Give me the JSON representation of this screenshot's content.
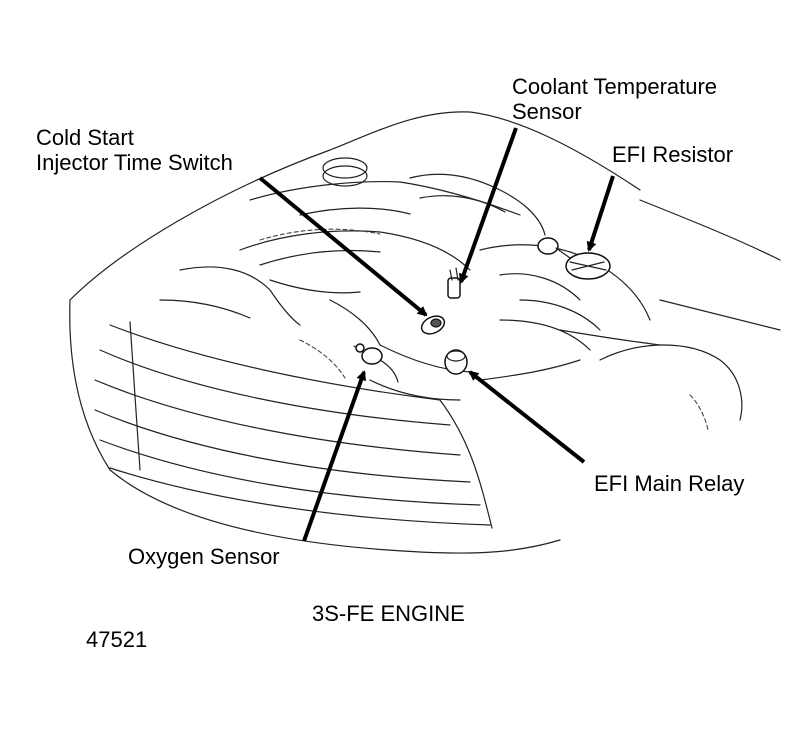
{
  "labels": {
    "coolant_temp_sensor": [
      "Coolant Temperature",
      "Sensor"
    ],
    "cold_start_switch": [
      "Cold Start",
      "Injector Time Switch"
    ],
    "efi_resistor": "EFI Resistor",
    "efi_main_relay": "EFI Main Relay",
    "oxygen_sensor": "Oxygen Sensor"
  },
  "caption": "3S-FE ENGINE",
  "figure_number": "47521",
  "colors": {
    "line": "#000000",
    "background": "#ffffff"
  }
}
